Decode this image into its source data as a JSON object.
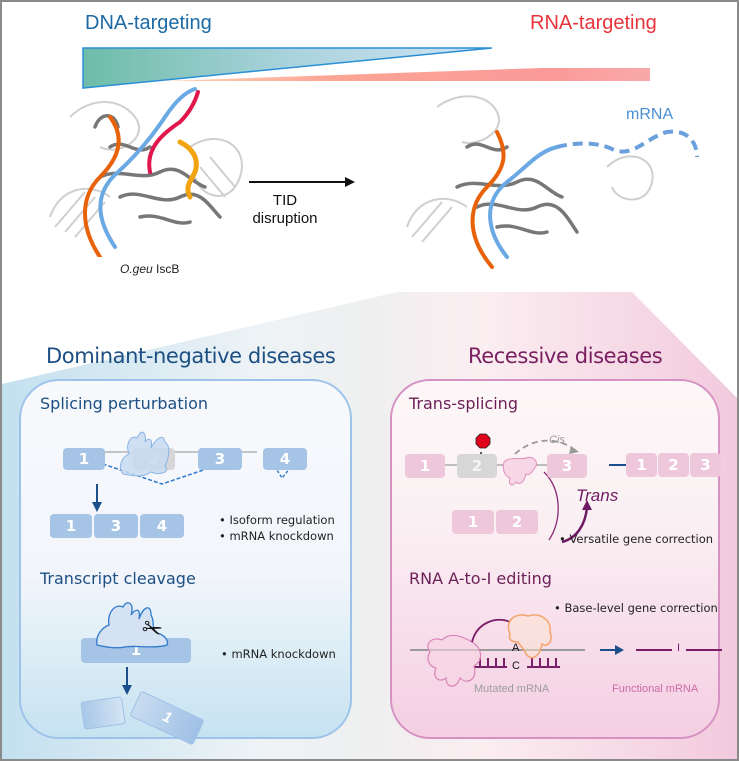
{
  "top": {
    "dna_label": "DNA-targeting",
    "rna_label": "RNA-targeting",
    "species_italic": "O.geu",
    "species_name": "IscB",
    "transition_label_line1": "TID",
    "transition_label_line2": "disruption",
    "mrna_label": "mRNA"
  },
  "colors": {
    "dna_blue": "#1b6aa6",
    "rna_red": "#e8333a",
    "dominant_title": "#1c4f83",
    "recessive_title": "#7a2061",
    "exon_blue": "#a6c4e6",
    "exon_pink": "#efc7da",
    "stop_red": "#e0001b",
    "editor_orange": "#f5a46a",
    "purple_line": "#7a1e6a"
  },
  "left_panel": {
    "title": "Dominant-negative diseases",
    "splicing": {
      "title": "Splicing perturbation",
      "pre_mrna_exons": [
        "1",
        "2",
        "3",
        "4"
      ],
      "mature_exons": [
        "1",
        "3",
        "4"
      ],
      "bullets": [
        "Isoform regulation",
        "mRNA knockdown"
      ]
    },
    "cleavage": {
      "title": "Transcript cleavage",
      "exon": "1",
      "fragment_label": "1",
      "bullets": [
        "mRNA knockdown"
      ]
    }
  },
  "right_panel": {
    "title": "Recessive diseases",
    "trans_splicing": {
      "title": "Trans-splicing",
      "pre_mrna_exons": [
        "1",
        "2",
        "3"
      ],
      "donor_exons": [
        "1",
        "2"
      ],
      "product_exons": [
        "1",
        "2",
        "3"
      ],
      "cis_label": "Cis",
      "trans_label": "Trans",
      "bullets": [
        "Versatile gene correction"
      ]
    },
    "editing": {
      "title": "RNA A-to-I editing",
      "base_top": "A",
      "base_bottom": "C",
      "edited_base": "I",
      "mutated_label": "Mutated mRNA",
      "functional_label": "Functional mRNA",
      "bullets": [
        "Base-level gene correction"
      ]
    }
  }
}
